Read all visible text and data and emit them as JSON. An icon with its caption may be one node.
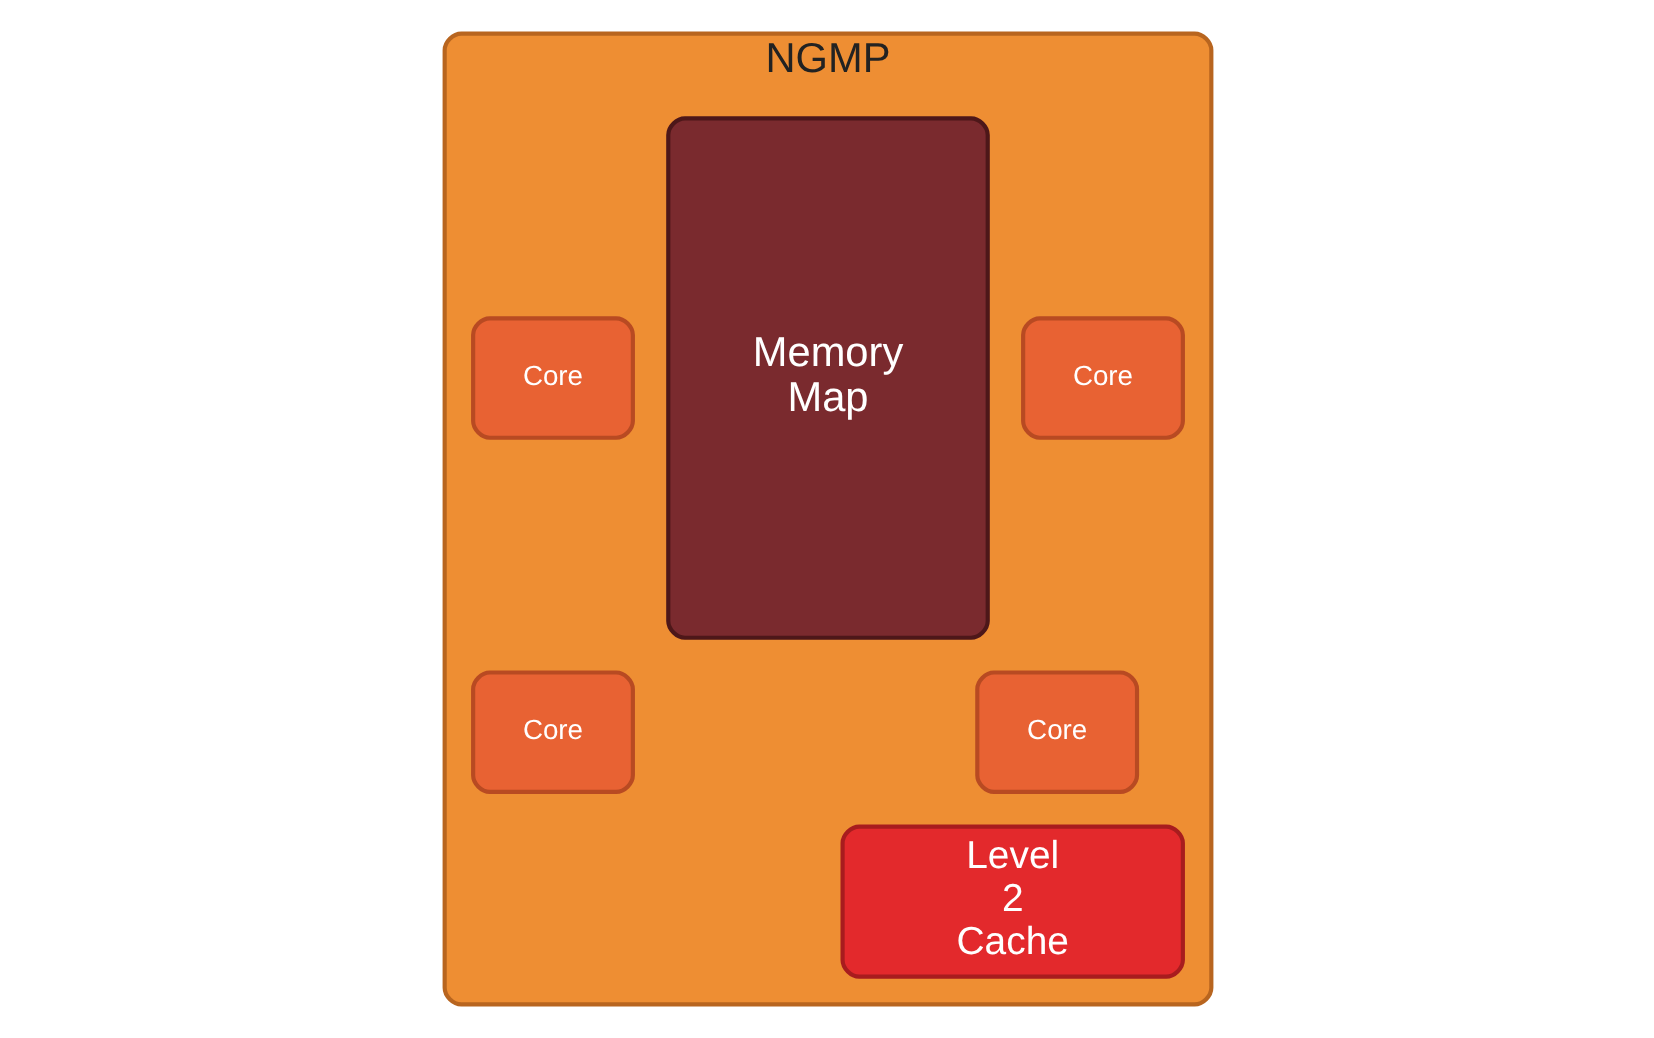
{
  "diagram": {
    "nodes": [
      {
        "text": [
          "NGMP"
        ]
      },
      {
        "text": [
          "Core"
        ],
        "in": 0
      },
      {
        "text": [
          "Core"
        ],
        "in": 0
      },
      {
        "text": [
          "Core"
        ],
        "in": 0
      },
      {
        "text": [
          "Core"
        ],
        "in": 0
      },
      {
        "text": [
          "Level 2 Cache"
        ],
        "in": 0
      },
      {
        "text": [
          "Memory Map"
        ],
        "in": 0
      }
    ],
    "edges": []
  }
}
